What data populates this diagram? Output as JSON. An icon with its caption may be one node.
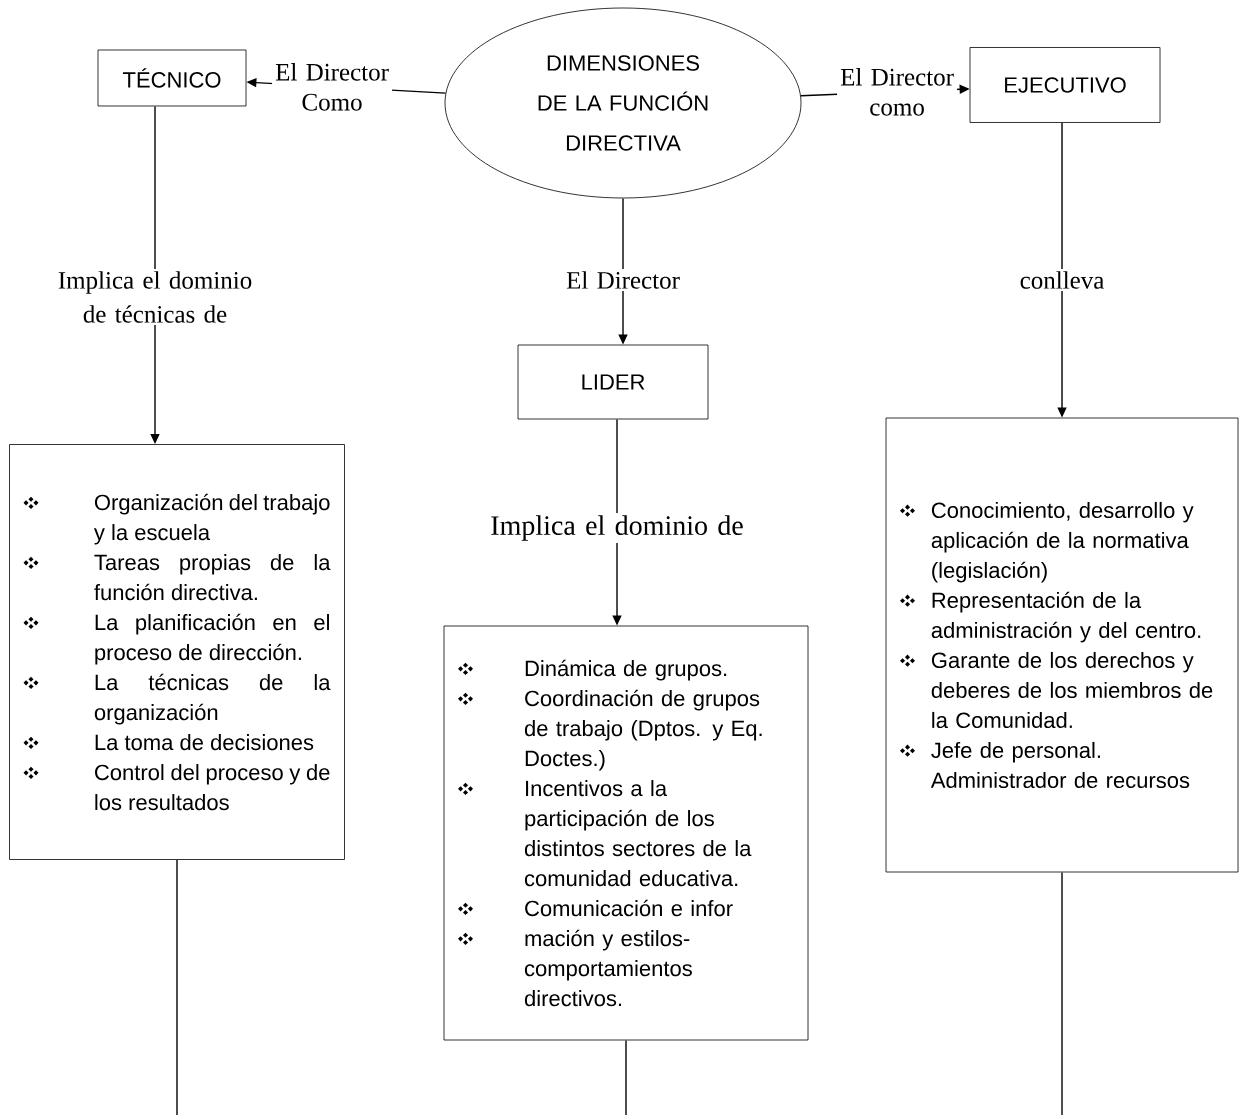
{
  "diagram": {
    "nodes": [
      {
        "text": [
          "DIMENSIONES DE LA FUNCIÓN DIRECTIVA"
        ]
      },
      {
        "text": [
          "TÉCNICO"
        ]
      },
      {
        "text": [
          "EJECUTIVO"
        ]
      },
      {
        "text": [
          "Implica el dominio de técnicas de"
        ]
      },
      {
        "text": [
          "El Director"
        ]
      },
      {
        "text": [
          "conlleva"
        ]
      },
      {
        "text": [
          "LIDER"
        ]
      },
      {
        "text": [
          "Implica el dominio de"
        ]
      },
      {
        "text": [
          "Organización del trabajo y la escuela",
          "Tareas propias de la función directiva.",
          "La planificación en el proceso de dirección.",
          "La técnicas de la organización",
          "La toma de decisiones",
          "Control del proceso y de los resultados"
        ]
      },
      {
        "text": [
          "Dinámica de grupos.",
          "Coordinación de grupos de trabajo (Dptos. y Eq. Doctes.)",
          "Incentivos a la participación de los distintos sectores de la comunidad educativa.",
          "Comunicación e infor",
          "mación y estilos-comportamientos directivos."
        ]
      },
      {
        "text": [
          "Conocimiento, desarrollo y aplicación de la normativa (legislación)",
          "Representación de la administración y del centro.",
          "Garante de los derechos y deberes de los miembros de la Comunidad.",
          "Jefe de personal. Administrador de recursos"
        ]
      }
    ],
    "edges": [
      {
        "from": 0,
        "to": 1,
        "arrow": "to",
        "label": "El Director Como"
      },
      {
        "from": 0,
        "to": 2,
        "arrow": "to",
        "label": "El Director como"
      },
      {
        "from": 1,
        "to": 3,
        "arrow": "none"
      },
      {
        "from": 3,
        "to": 8,
        "arrow": "to"
      },
      {
        "from": 0,
        "to": 4,
        "arrow": "none"
      },
      {
        "from": 4,
        "to": 6,
        "arrow": "to"
      },
      {
        "from": 2,
        "to": 5,
        "arrow": "none"
      },
      {
        "from": 5,
        "to": 10,
        "arrow": "to"
      },
      {
        "from": 6,
        "to": 7,
        "arrow": "none"
      },
      {
        "from": 7,
        "to": 9,
        "arrow": "to"
      },
      {
        "from": 8,
        "to": null,
        "arrow": "none"
      },
      {
        "from": 9,
        "to": null,
        "arrow": "none"
      },
      {
        "from": 10,
        "to": null,
        "arrow": "none"
      }
    ]
  }
}
